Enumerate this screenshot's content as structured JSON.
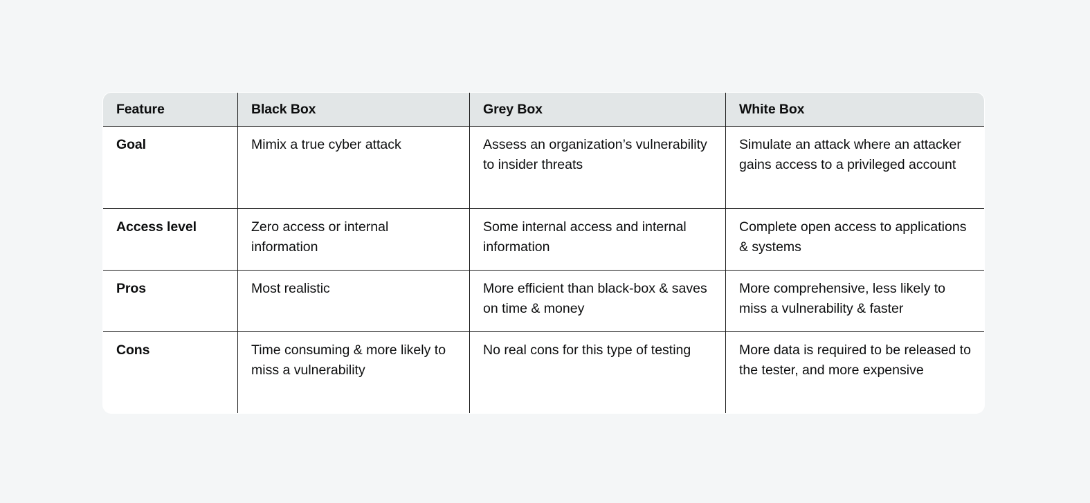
{
  "table": {
    "columns": [
      "Feature",
      "Black Box",
      "Grey Box",
      "White Box"
    ],
    "header_bg": "#e2e6e7",
    "border_color": "#1b1b1b",
    "page_bg": "#f4f6f7",
    "rows": [
      {
        "label": "Goal",
        "black_box": "Mimix a true cyber attack",
        "grey_box": "Assess an organization’s vulnerability to insider threats",
        "white_box": "Simulate an attack where an attacker gains access to a privileged account"
      },
      {
        "label": "Access level",
        "black_box": "Zero access or internal information",
        "grey_box": "Some internal access and internal information",
        "white_box": "Complete open access to applications & systems"
      },
      {
        "label": "Pros",
        "black_box": "Most realistic",
        "grey_box": "More efficient than black-box & saves on time & money",
        "white_box": "More comprehensive, less likely to miss a vulnerability & faster"
      },
      {
        "label": "Cons",
        "black_box": "Time consuming & more likely to miss a vulnerability",
        "grey_box": "No real cons for this type of testing",
        "white_box": "More data is required to be released to the tester, and more expensive"
      }
    ]
  }
}
